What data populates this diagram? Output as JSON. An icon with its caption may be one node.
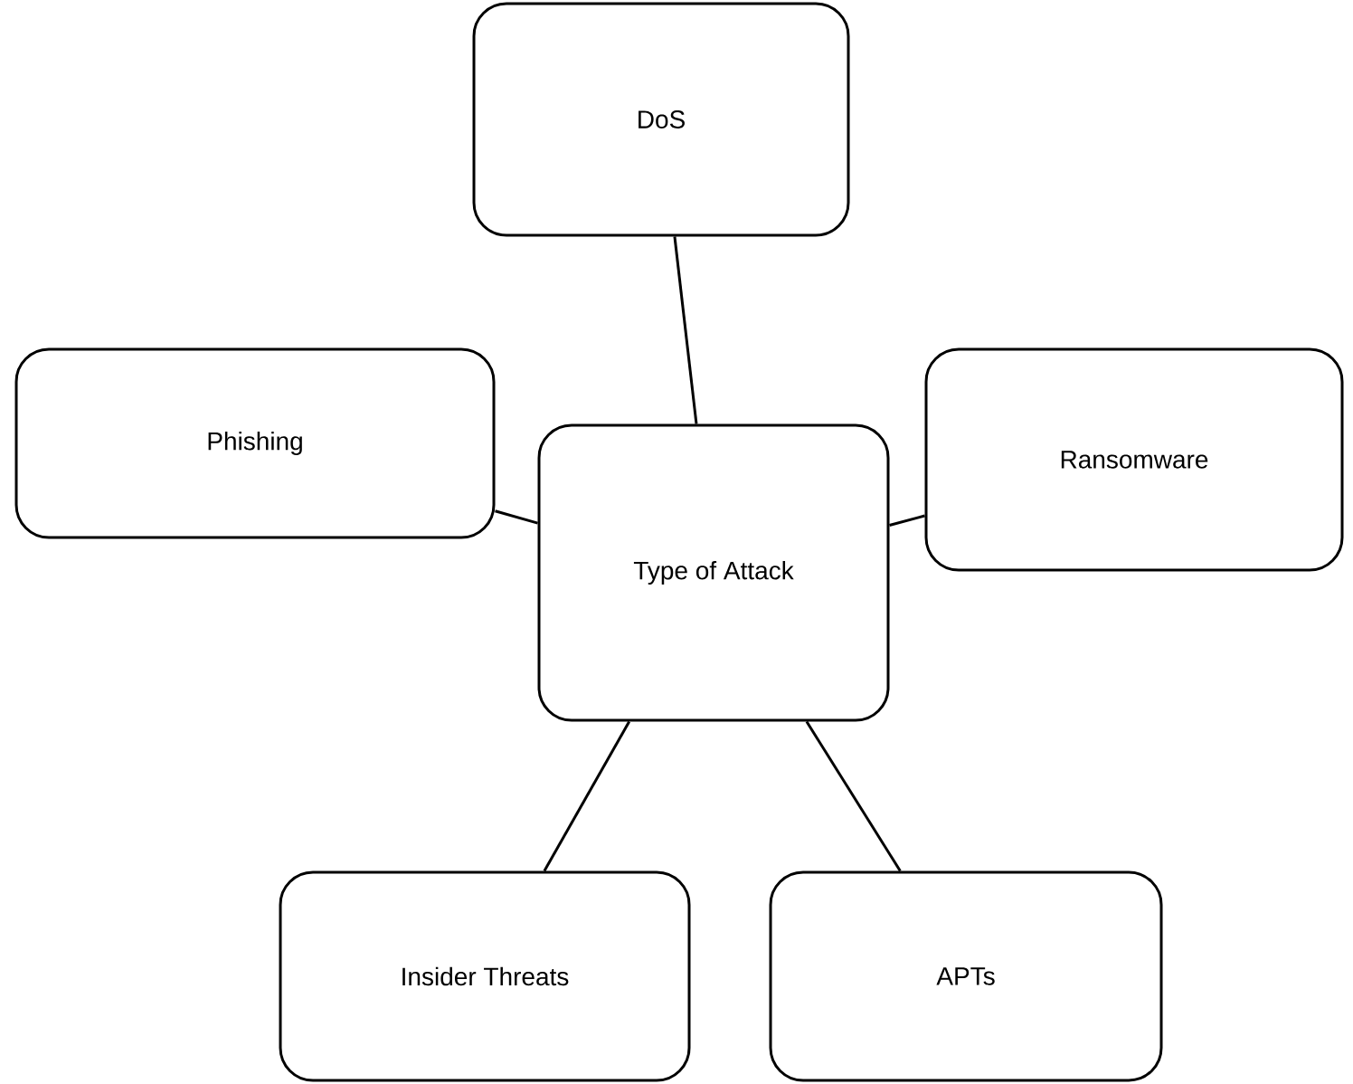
{
  "diagram": {
    "nodes": [
      {
        "text": [
          "DoS"
        ]
      },
      {
        "text": [
          "Phishing"
        ]
      },
      {
        "text": [
          "Type of Attack"
        ]
      },
      {
        "text": [
          "Ransomware"
        ]
      },
      {
        "text": [
          "Insider Threats"
        ]
      },
      {
        "text": [
          "APTs"
        ]
      }
    ],
    "edges": [
      {
        "from": 2,
        "to": 0,
        "arrow": "none"
      },
      {
        "from": 2,
        "to": 1,
        "arrow": "none"
      },
      {
        "from": 2,
        "to": 3,
        "arrow": "none"
      },
      {
        "from": 2,
        "to": 4,
        "arrow": "none"
      },
      {
        "from": 2,
        "to": 5,
        "arrow": "none"
      }
    ]
  }
}
